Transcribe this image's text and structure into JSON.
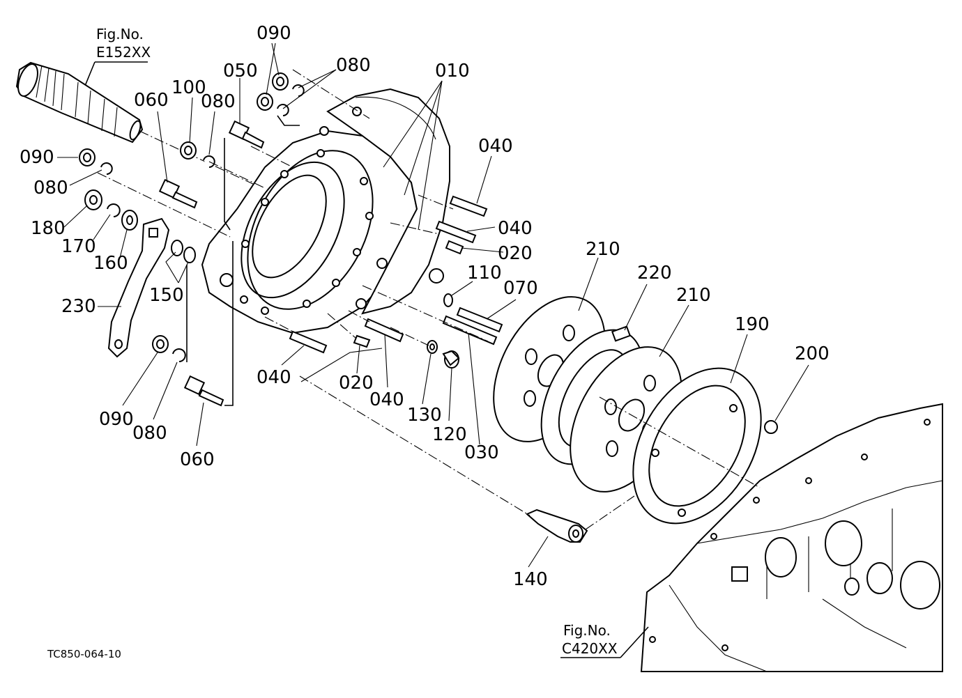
{
  "figure_refs": [
    {
      "label": "Fig.No.",
      "code": "E152XX"
    },
    {
      "label": "Fig.No.",
      "code": "C420XX"
    }
  ],
  "drawing_code": "TC850-064-10",
  "callouts": {
    "c010": "010",
    "c020a": "020",
    "c020b": "020",
    "c030": "030",
    "c040a": "040",
    "c040b": "040",
    "c040c": "040",
    "c040d": "040",
    "c050": "050",
    "c060a": "060",
    "c060b": "060",
    "c070": "070",
    "c080a": "080",
    "c080b": "080",
    "c080c": "080",
    "c080d": "080",
    "c090a": "090",
    "c090b": "090",
    "c090c": "090",
    "c100": "100",
    "c110": "110",
    "c120": "120",
    "c130": "130",
    "c140": "140",
    "c150": "150",
    "c160": "160",
    "c170": "170",
    "c180": "180",
    "c190": "190",
    "c200": "200",
    "c210a": "210",
    "c210b": "210",
    "c220": "220",
    "c230": "230"
  }
}
